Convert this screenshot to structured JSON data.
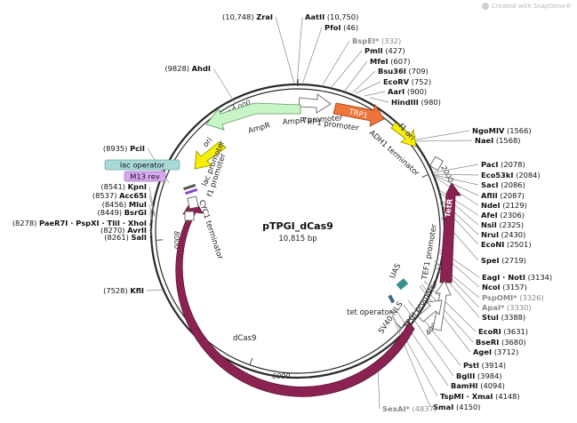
{
  "watermark": {
    "text": "Created with SnapGene®"
  },
  "plasmid": {
    "name": "pTPGI_dCas9",
    "size": "10,815 bp"
  },
  "colors": {
    "backbone": "#2a2a2a",
    "dCas9": "#8b2252",
    "TetR": "#8b2252",
    "TRP1": "#f0743a",
    "AmpR": "#c8f5c8",
    "ori": "#f5f000",
    "f1_ori": "#f5f000",
    "promoter": "#ffffff",
    "terminator": "#ffffff",
    "lac_operator_box": "#a8d8d8",
    "M13_rev_box": "#d8a8f0",
    "UAS": "#3a8f8f",
    "tet_operator": "#3a8f8f",
    "SV40_NLS": "#3a6a8f"
  },
  "ticks": [
    {
      "label": "2000",
      "bp": 2000
    },
    {
      "label": "4000",
      "bp": 4000
    },
    {
      "label": "6000",
      "bp": 6000
    },
    {
      "label": "8000",
      "bp": 8000
    },
    {
      "label": "10,000",
      "bp": 10000
    }
  ],
  "sites": [
    {
      "id": "zrai",
      "name": "ZraI",
      "pos": "(10,748)",
      "side": "left",
      "muted": false
    },
    {
      "id": "aatii",
      "name": "AatII",
      "pos": "(10,750)",
      "side": "right",
      "muted": false
    },
    {
      "id": "pfoi",
      "name": "PfoI",
      "pos": "(46)",
      "side": "right",
      "muted": false
    },
    {
      "id": "bspei",
      "name": "BspEI*",
      "pos": "(332)",
      "side": "right",
      "muted": true
    },
    {
      "id": "pmli",
      "name": "PmlI",
      "pos": "(427)",
      "side": "right",
      "muted": false
    },
    {
      "id": "mfei",
      "name": "MfeI",
      "pos": "(607)",
      "side": "right",
      "muted": false
    },
    {
      "id": "bsu36i",
      "name": "Bsu36I",
      "pos": "(709)",
      "side": "right",
      "muted": false
    },
    {
      "id": "ecorv",
      "name": "EcoRV",
      "pos": "(752)",
      "side": "right",
      "muted": false
    },
    {
      "id": "aari",
      "name": "AarI",
      "pos": "(900)",
      "side": "right",
      "muted": false
    },
    {
      "id": "hindiii",
      "name": "HindIII",
      "pos": "(980)",
      "side": "right",
      "muted": false
    },
    {
      "id": "ngomiv",
      "name": "NgoMIV",
      "pos": "(1566)",
      "side": "right",
      "muted": false
    },
    {
      "id": "naei",
      "name": "NaeI",
      "pos": "(1568)",
      "side": "right",
      "muted": false
    },
    {
      "id": "paci",
      "name": "PacI",
      "pos": "(2078)",
      "side": "right",
      "muted": false
    },
    {
      "id": "eco53ki",
      "name": "Eco53kI",
      "pos": "(2084)",
      "side": "right",
      "muted": false
    },
    {
      "id": "saci",
      "name": "SacI",
      "pos": "(2086)",
      "side": "right",
      "muted": false
    },
    {
      "id": "aflii",
      "name": "AflII",
      "pos": "(2087)",
      "side": "right",
      "muted": false
    },
    {
      "id": "ndei",
      "name": "NdeI",
      "pos": "(2129)",
      "side": "right",
      "muted": false
    },
    {
      "id": "afei",
      "name": "AfeI",
      "pos": "(2306)",
      "side": "right",
      "muted": false
    },
    {
      "id": "nsii",
      "name": "NsiI",
      "pos": "(2325)",
      "side": "right",
      "muted": false
    },
    {
      "id": "nrui",
      "name": "NruI",
      "pos": "(2430)",
      "side": "right",
      "muted": false
    },
    {
      "id": "econi",
      "name": "EcoNI",
      "pos": "(2501)",
      "side": "right",
      "muted": false
    },
    {
      "id": "spei",
      "name": "SpeI",
      "pos": "(2719)",
      "side": "right",
      "muted": false
    },
    {
      "id": "eagi_noti",
      "name": "EagI · NotI",
      "pos": "(3134)",
      "side": "right",
      "muted": false
    },
    {
      "id": "ncoi",
      "name": "NcoI",
      "pos": "(3157)",
      "side": "right",
      "muted": false
    },
    {
      "id": "pspomi",
      "name": "PspOMI*",
      "pos": "(3326)",
      "side": "right",
      "muted": true
    },
    {
      "id": "apai",
      "name": "ApaI*",
      "pos": "(3330)",
      "side": "right",
      "muted": true
    },
    {
      "id": "stui",
      "name": "StuI",
      "pos": "(3388)",
      "side": "right",
      "muted": false
    },
    {
      "id": "ecori",
      "name": "EcoRI",
      "pos": "(3631)",
      "side": "right",
      "muted": false
    },
    {
      "id": "bseri",
      "name": "BseRI",
      "pos": "(3680)",
      "side": "right",
      "muted": false
    },
    {
      "id": "agei",
      "name": "AgeI",
      "pos": "(3712)",
      "side": "right",
      "muted": false
    },
    {
      "id": "psti",
      "name": "PstI",
      "pos": "(3914)",
      "side": "right",
      "muted": false
    },
    {
      "id": "bglii",
      "name": "BglII",
      "pos": "(3984)",
      "side": "right",
      "muted": false
    },
    {
      "id": "bamhi",
      "name": "BamHI",
      "pos": "(4094)",
      "side": "right",
      "muted": false
    },
    {
      "id": "tspmi_xmai",
      "name": "TspMI · XmaI",
      "pos": "(4148)",
      "side": "right",
      "muted": false
    },
    {
      "id": "smai",
      "name": "SmaI",
      "pos": "(4150)",
      "side": "right",
      "muted": false
    },
    {
      "id": "sexai",
      "name": "SexAI*",
      "pos": "(4837)",
      "side": "right",
      "muted": true
    },
    {
      "id": "kfli",
      "name": "KflI",
      "pos": "(7528)",
      "side": "left",
      "muted": false
    },
    {
      "id": "sali",
      "name": "SalI",
      "pos": "(8261)",
      "side": "left",
      "muted": false
    },
    {
      "id": "avrii",
      "name": "AvrII",
      "pos": "(8270)",
      "side": "left",
      "muted": false
    },
    {
      "id": "paer7i",
      "name": "PaeR7I · PspXI · TliI · XhoI",
      "pos": "(8278)",
      "side": "left",
      "muted": false
    },
    {
      "id": "bsrgi",
      "name": "BsrGI",
      "pos": "(8449)",
      "side": "left",
      "muted": false
    },
    {
      "id": "mlui",
      "name": "MluI",
      "pos": "(8456)",
      "side": "left",
      "muted": false
    },
    {
      "id": "acc65i",
      "name": "Acc65I",
      "pos": "(8537)",
      "side": "left",
      "muted": false
    },
    {
      "id": "kpni",
      "name": "KpnI",
      "pos": "(8541)",
      "side": "left",
      "muted": false
    },
    {
      "id": "pcii",
      "name": "PciI",
      "pos": "(8935)",
      "side": "left",
      "muted": false
    },
    {
      "id": "ahdi",
      "name": "AhdI",
      "pos": "(9828)",
      "side": "left",
      "muted": false
    }
  ],
  "features": {
    "trp1_promoter": "TRP1 promoter",
    "trp1": "TRP1",
    "adh1_terminator": "ADH1 terminator",
    "f1_ori": "f1 ori",
    "tetr": "TetR",
    "tef1_promoter": "TEF1 promoter",
    "uas": "UAS",
    "tet_operator": "tet operator",
    "sv40_nls": "SV40 NLS",
    "tpgi_promoter": "TPGI promoter",
    "dcas9": "dCas9",
    "cyc1_terminator": "CYC1 terminator",
    "f1_promoter": "f1 promoter",
    "lac_promoter": "lac promoter",
    "lac_operator": "lac operator",
    "m13_rev": "M13 rev",
    "ori": "ori",
    "ampr": "AmpR",
    "ampr_promoter": "AmpR promoter"
  }
}
